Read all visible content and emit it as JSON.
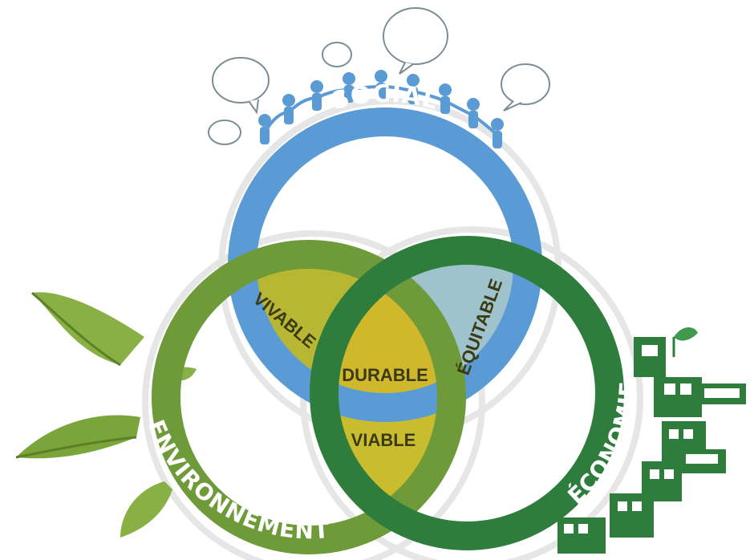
{
  "rings": {
    "social": {
      "label": "SOCIAL",
      "color": "#5b9bd5"
    },
    "environment": {
      "label": "ENVIRONNEMENT",
      "color": "#6f9a3a"
    },
    "economy": {
      "label": "ÉCONOMIE",
      "color": "#2e7d3c"
    }
  },
  "intersections": {
    "livable": {
      "label": "VIVABLE",
      "color": "#b7b734"
    },
    "equitable": {
      "label": "ÉQUITABLE",
      "color": "#9fc3cd"
    },
    "viable": {
      "label": "VIABLE",
      "color": "#c9bc2e"
    },
    "durable": {
      "label": "DURABLE",
      "color": "#cfb82c"
    }
  }
}
